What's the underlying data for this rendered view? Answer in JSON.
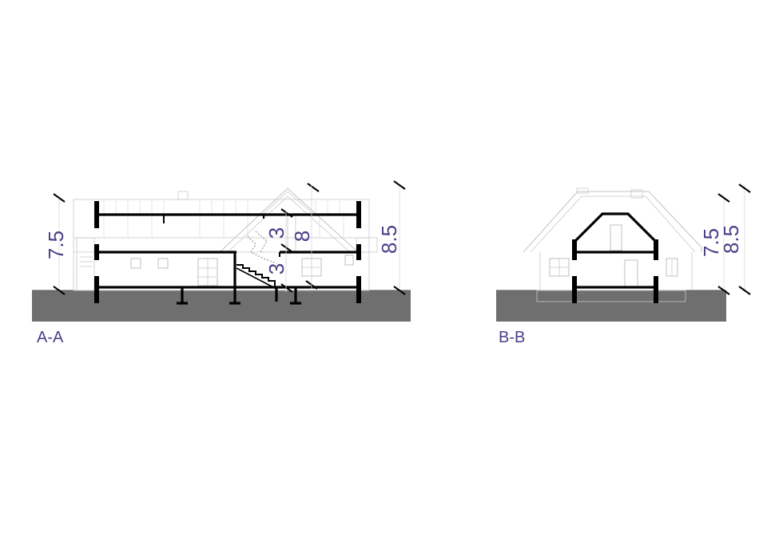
{
  "sections": [
    {
      "id": "a-a",
      "label": "A-A",
      "dim_left": "7.5",
      "dim_right": "8.5",
      "dim_upper_floor": "3",
      "dim_lower_floor": "3",
      "dim_stair": "8"
    },
    {
      "id": "b-b",
      "label": "B-B",
      "dim_left": "7.5",
      "dim_right": "8.5"
    }
  ],
  "colors": {
    "ground": "#6f6f6f",
    "dimension_text": "#4b3f8a",
    "structure": "#000000",
    "outline": "#c8c8c8"
  }
}
